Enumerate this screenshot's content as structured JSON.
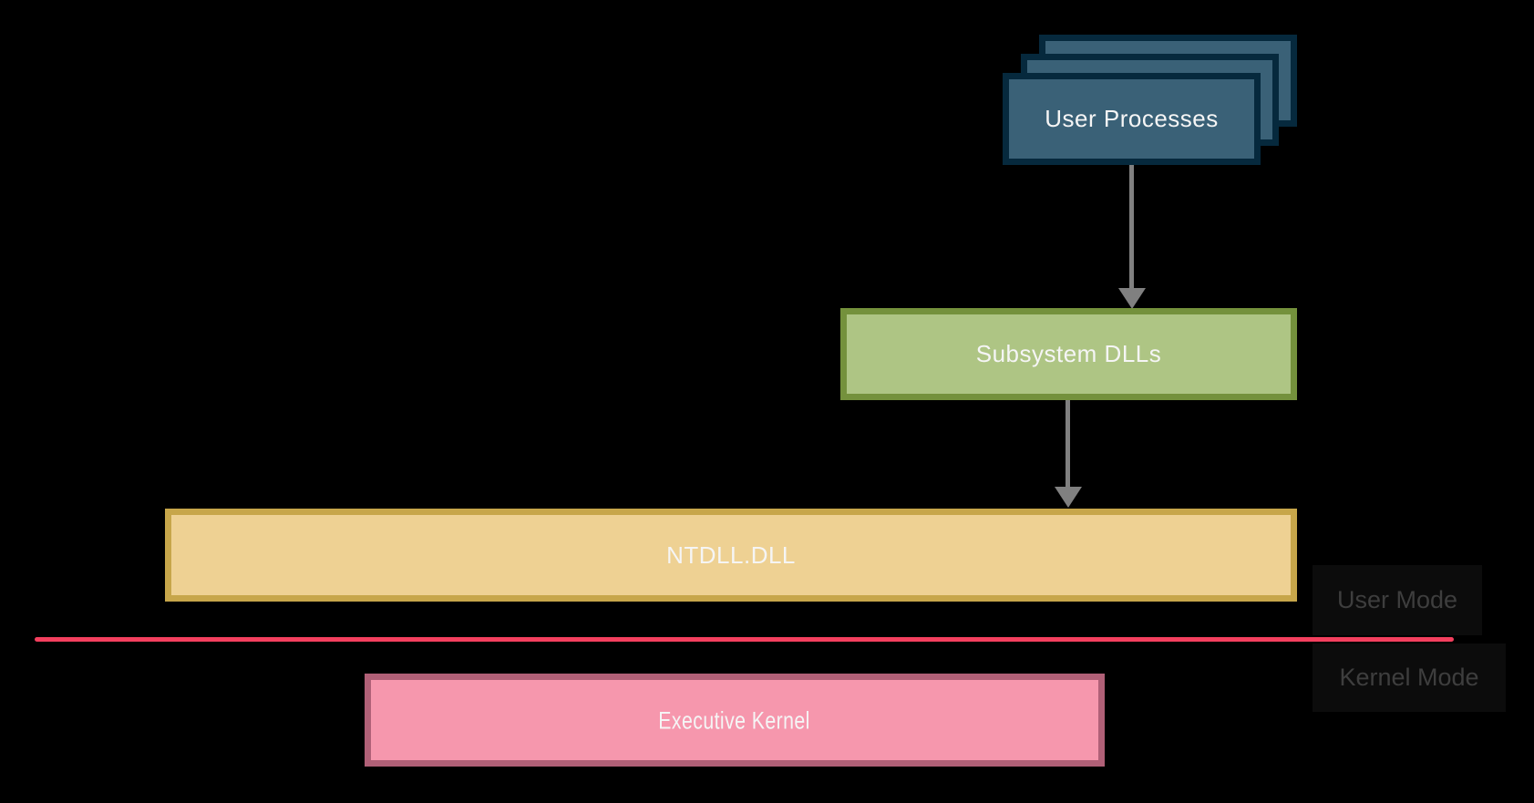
{
  "diagram": {
    "background": "#000000",
    "arrow_color": "#808080",
    "divider_color": "#f43f5e",
    "node_text_color": "#f5f5f5",
    "zone_label_color": "#3e3e3e",
    "zone_label_bg": "#0c0c0c",
    "nodes": {
      "user_processes": {
        "label": "User Processes",
        "fill": "#3a6177",
        "border": "#06293d"
      },
      "subsystem_dlls": {
        "label": "Subsystem DLLs",
        "fill": "#aec584",
        "border": "#74913c"
      },
      "ntdll": {
        "label": "NTDLL.DLL",
        "fill": "#eed193",
        "border": "#c7a64a"
      },
      "executive_kernel": {
        "label": "Executive Kernel",
        "fill": "#f697ad",
        "border": "#b06077"
      }
    },
    "zones": {
      "user_mode": "User Mode",
      "kernel_mode": "Kernel Mode"
    }
  }
}
